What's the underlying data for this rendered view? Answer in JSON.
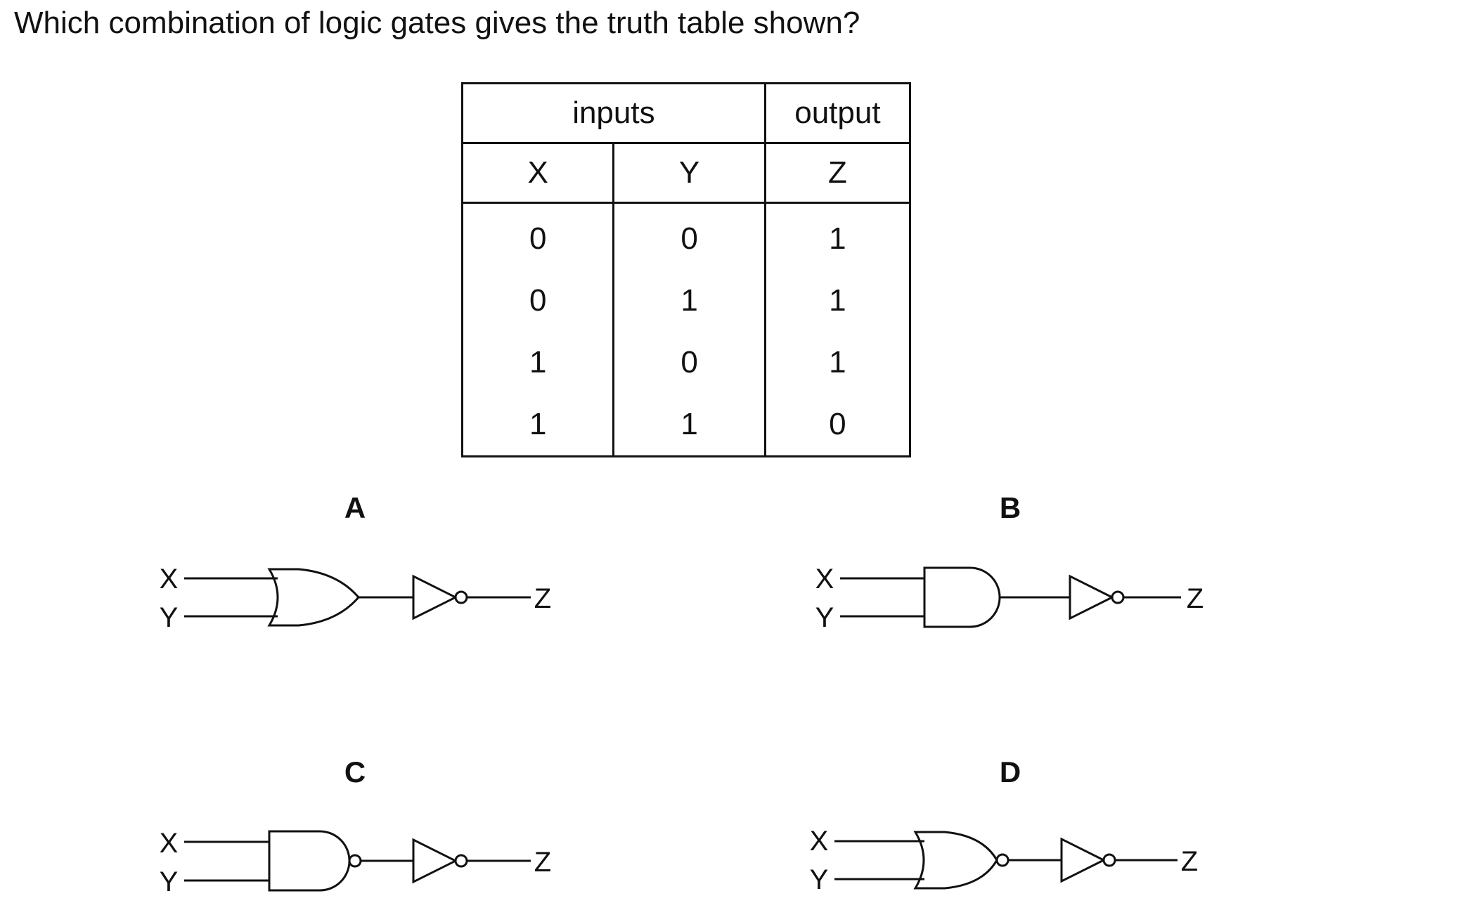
{
  "question": "Which combination of logic gates gives the truth table shown?",
  "truth_table": {
    "group_headers": [
      "inputs",
      "output"
    ],
    "columns": [
      "X",
      "Y",
      "Z"
    ],
    "rows": [
      [
        "0",
        "0",
        "1"
      ],
      [
        "0",
        "1",
        "1"
      ],
      [
        "1",
        "0",
        "1"
      ],
      [
        "1",
        "1",
        "0"
      ]
    ]
  },
  "options": [
    {
      "label": "A",
      "input_x": "X",
      "input_y": "Y",
      "output": "Z",
      "gate1": "OR",
      "gate2": "NOT"
    },
    {
      "label": "B",
      "input_x": "X",
      "input_y": "Y",
      "output": "Z",
      "gate1": "AND",
      "gate2": "NOT"
    },
    {
      "label": "C",
      "input_x": "X",
      "input_y": "Y",
      "output": "Z",
      "gate1": "NAND",
      "gate2": "NOT"
    },
    {
      "label": "D",
      "input_x": "X",
      "input_y": "Y",
      "output": "Z",
      "gate1": "NOR",
      "gate2": "NOT"
    }
  ]
}
